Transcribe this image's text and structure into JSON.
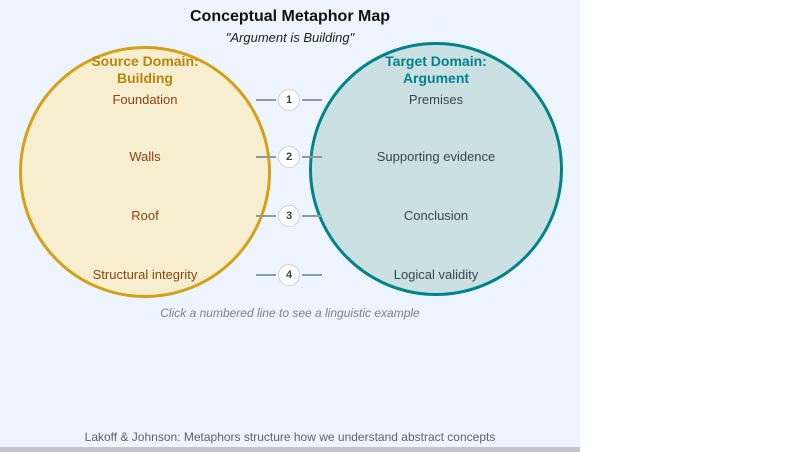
{
  "header": {
    "title": "Conceptual Metaphor Map",
    "subtitle": "\"Argument is Building\""
  },
  "source_domain": {
    "heading": "Source Domain:\nBuilding"
  },
  "target_domain": {
    "heading": "Target Domain:\nArgument"
  },
  "mappings": [
    {
      "number": "1",
      "source": "Foundation",
      "target": "Premises"
    },
    {
      "number": "2",
      "source": "Walls",
      "target": "Supporting evidence"
    },
    {
      "number": "3",
      "source": "Roof",
      "target": "Conclusion"
    },
    {
      "number": "4",
      "source": "Structural integrity",
      "target": "Logical validity"
    }
  ],
  "caption": "Click a numbered line to see a linguistic example",
  "footer": "Lakoff & Johnson: Metaphors structure how we understand abstract concepts",
  "colors": {
    "panel_background": "#eef4fd",
    "source_fill": "#f6eecf",
    "source_stroke": "#d4a017",
    "source_heading": "#b8860b",
    "source_text": "#8b4513",
    "target_fill": "#cbe0e3",
    "target_stroke": "#00838a",
    "target_heading": "#00838a",
    "target_text": "#37474f",
    "connector_line": "#8e9aa4",
    "bottom_bar": "#c2c6cb"
  }
}
